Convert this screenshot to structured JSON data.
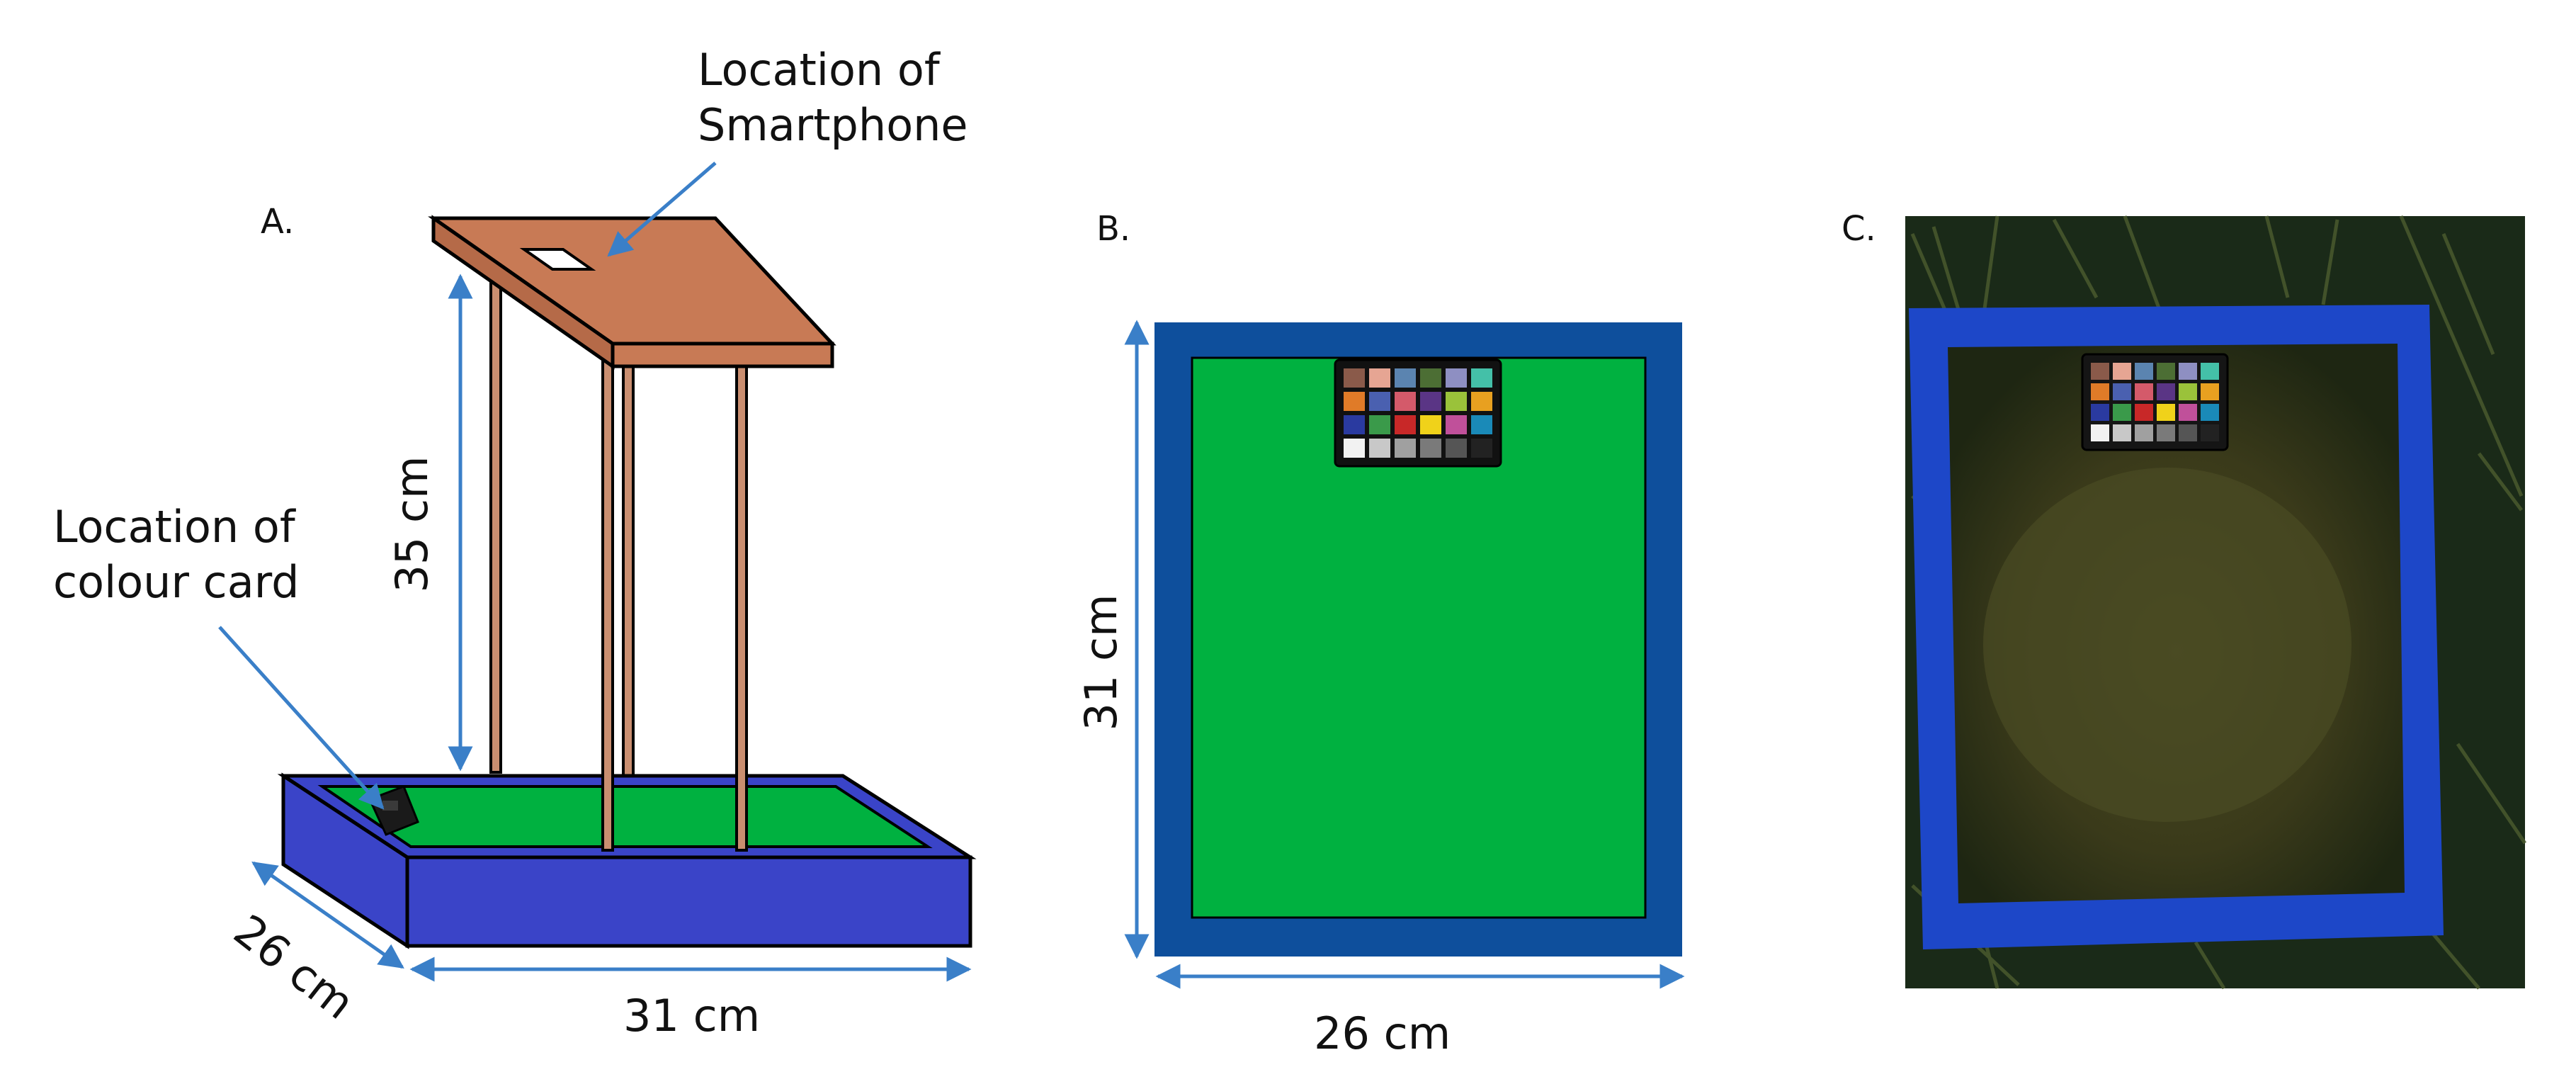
{
  "panels": {
    "a": {
      "letter": "A.",
      "phone_label_line1": "Location of",
      "phone_label_line2": "Smartphone",
      "card_label_line1": "Location of",
      "card_label_line2": "colour card",
      "height_label": "35 cm",
      "depth_label": "26 cm",
      "width_label": "31 cm"
    },
    "b": {
      "letter": "B.",
      "height_label": "31 cm",
      "width_label": "26 cm"
    },
    "c": {
      "letter": "C."
    }
  },
  "colors": {
    "platform": "#c87a55",
    "legs": "#c98e70",
    "tray_blue": "#3a44c8",
    "green_felt": "#00b140",
    "frame_blue": "#0e4f9c",
    "arrow_blue": "#3a7fc8",
    "photo_bg": "#1a2a18",
    "photo_tray": "#1d47c8"
  },
  "colour_chart": [
    [
      "#8a5a4a",
      "#e6a593",
      "#5b84b0",
      "#4c6e34",
      "#8e8fc2",
      "#44c0a8"
    ],
    [
      "#e07b28",
      "#4a60b0",
      "#d45a6a",
      "#5a3585",
      "#9ac23a",
      "#e8a020"
    ],
    [
      "#2a3aa0",
      "#3a9a4a",
      "#c82828",
      "#f0d21a",
      "#c0509a",
      "#1a8ab8"
    ],
    [
      "#f2f2f2",
      "#c8c8c8",
      "#a0a0a0",
      "#7a7a7a",
      "#555555",
      "#222222"
    ]
  ]
}
